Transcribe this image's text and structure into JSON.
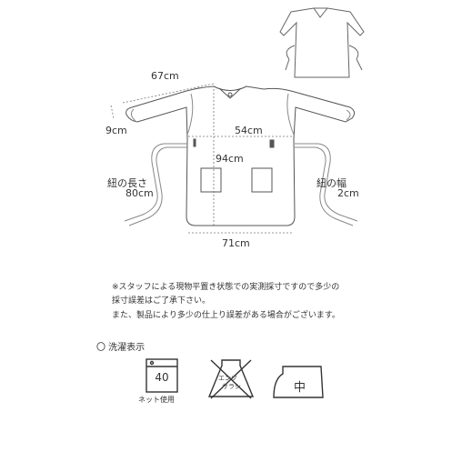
{
  "measurements": {
    "sleeve": "67cm",
    "cuff": "9cm",
    "chest": "54cm",
    "length": "94cm",
    "hem": "71cm",
    "tie_length_title": "紐の長さ",
    "tie_length_value": "80cm",
    "tie_width_title": "紐の幅",
    "tie_width_value": "2cm"
  },
  "notes": [
    "※スタッフによる現物平置き状態での実測採寸ですので多少の",
    "採寸誤差はご了承下さい。",
    "また、製品により多少の仕上り誤差がある場合がございます。"
  ],
  "care": {
    "heading": "〇 洗濯表示",
    "wash_temperature": "40",
    "wash_caption": "ネット使用",
    "bleach_text_line1": "エンソ",
    "bleach_text_line2": "サラシ",
    "iron_setting": "中"
  },
  "colors": {
    "line": "#555555",
    "dim": "#777777",
    "text": "#333333"
  }
}
